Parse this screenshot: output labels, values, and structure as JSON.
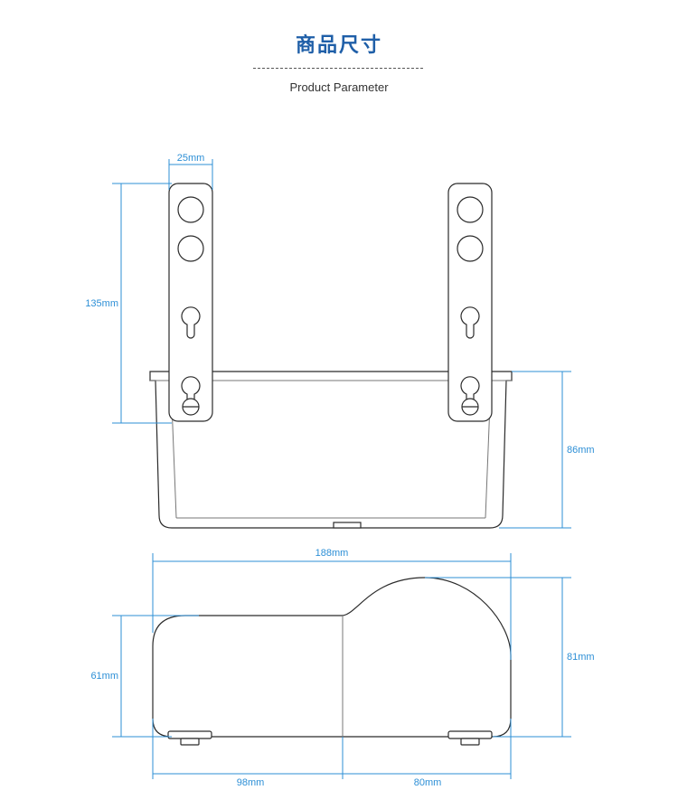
{
  "header": {
    "title": "商品尺寸",
    "subtitle": "Product Parameter"
  },
  "dimensions": {
    "bracket_width": "25mm",
    "bracket_height": "135mm",
    "tray_height": "86mm",
    "overall_length": "188mm",
    "left_section_height": "61mm",
    "right_section_height": "81mm",
    "left_section_length": "98mm",
    "right_section_length": "80mm"
  },
  "colors": {
    "title": "#1f5fa8",
    "dimension_line": "#2d8fd6",
    "outline": "#2b2b2b"
  }
}
